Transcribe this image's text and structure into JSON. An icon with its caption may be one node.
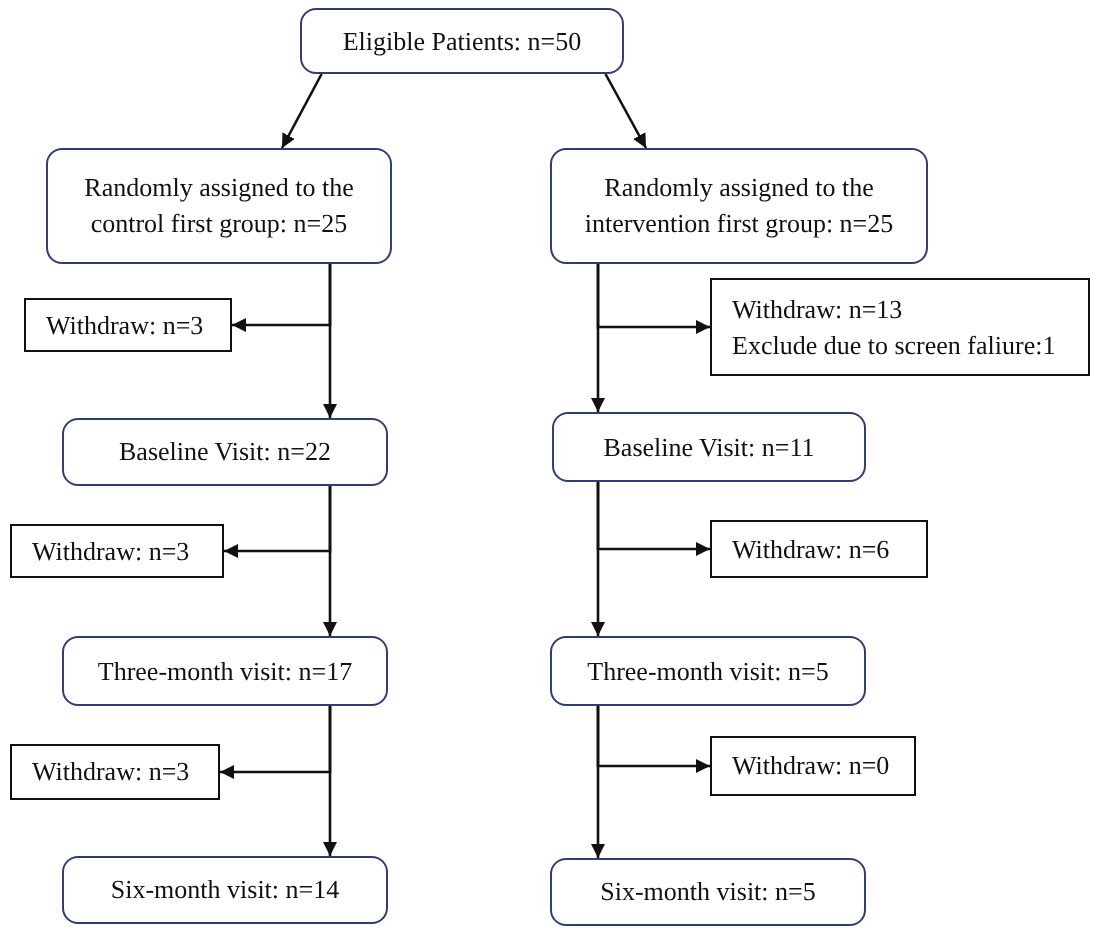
{
  "diagram": {
    "nodes": [
      {
        "text": [
          "Eligible Patients: n=50"
        ]
      },
      {
        "text": [
          "Randomly assigned to the control first group: n=25"
        ]
      },
      {
        "text": [
          "Randomly assigned to the intervention first group: n=25"
        ]
      },
      {
        "text": [
          "Withdraw: n=3"
        ]
      },
      {
        "text": [
          "Withdraw: n=13",
          "Exclude due to screen faliure:1"
        ]
      },
      {
        "text": [
          "Baseline Visit: n=22"
        ]
      },
      {
        "text": [
          "Baseline Visit: n=11"
        ]
      },
      {
        "text": [
          "Withdraw: n=3"
        ]
      },
      {
        "text": [
          "Withdraw: n=6"
        ]
      },
      {
        "text": [
          "Three-month visit: n=17"
        ]
      },
      {
        "text": [
          "Three-month visit: n=5"
        ]
      },
      {
        "text": [
          "Withdraw: n=3"
        ]
      },
      {
        "text": [
          "Withdraw: n=0"
        ]
      },
      {
        "text": [
          "Six-month visit: n=14"
        ]
      },
      {
        "text": [
          "Six-month visit: n=5"
        ]
      }
    ],
    "edges": [
      {
        "from": 0,
        "to": 1,
        "arrow": "to"
      },
      {
        "from": 0,
        "to": 2,
        "arrow": "to"
      },
      {
        "from": 1,
        "to": 3,
        "arrow": "to"
      },
      {
        "from": 1,
        "to": 5,
        "arrow": "to"
      },
      {
        "from": 2,
        "to": 4,
        "arrow": "to"
      },
      {
        "from": 2,
        "to": 6,
        "arrow": "to"
      },
      {
        "from": 5,
        "to": 7,
        "arrow": "to"
      },
      {
        "from": 5,
        "to": 9,
        "arrow": "to"
      },
      {
        "from": 6,
        "to": 8,
        "arrow": "to"
      },
      {
        "from": 6,
        "to": 10,
        "arrow": "to"
      },
      {
        "from": 9,
        "to": 11,
        "arrow": "to"
      },
      {
        "from": 9,
        "to": 13,
        "arrow": "to"
      },
      {
        "from": 10,
        "to": 12,
        "arrow": "to"
      },
      {
        "from": 10,
        "to": 14,
        "arrow": "to"
      }
    ]
  }
}
